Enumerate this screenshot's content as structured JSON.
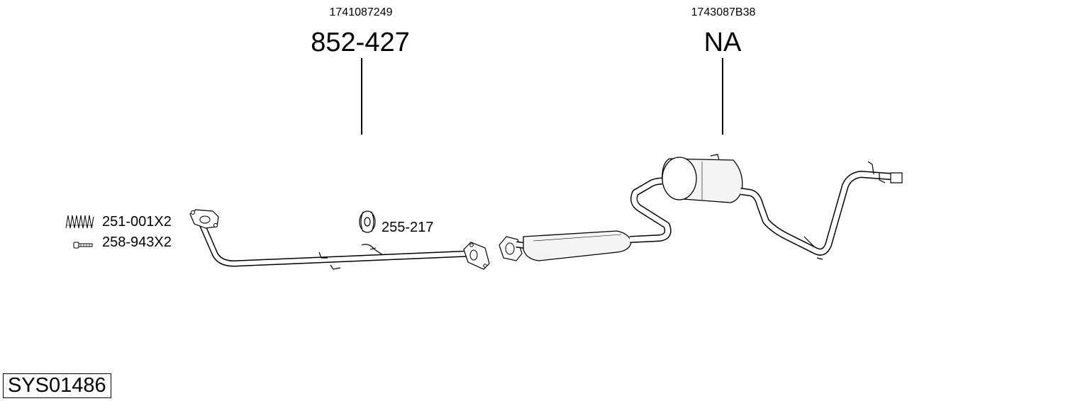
{
  "parts": [
    {
      "oem": "1741087249",
      "part_no": "852-427"
    },
    {
      "oem": "1743087B38",
      "part_no": "NA"
    }
  ],
  "accessories": [
    {
      "label": "251-001X2",
      "icon": "spring-icon"
    },
    {
      "label": "258-943X2",
      "icon": "bolt-icon"
    },
    {
      "label": "255-217",
      "icon": "rubber-mount-icon"
    }
  ],
  "system_code": "SYS01486",
  "colors": {
    "line": "#000000",
    "background": "#ffffff",
    "pipe_fill": "#ffffff",
    "muffler_fill": "#f4f4f4"
  }
}
